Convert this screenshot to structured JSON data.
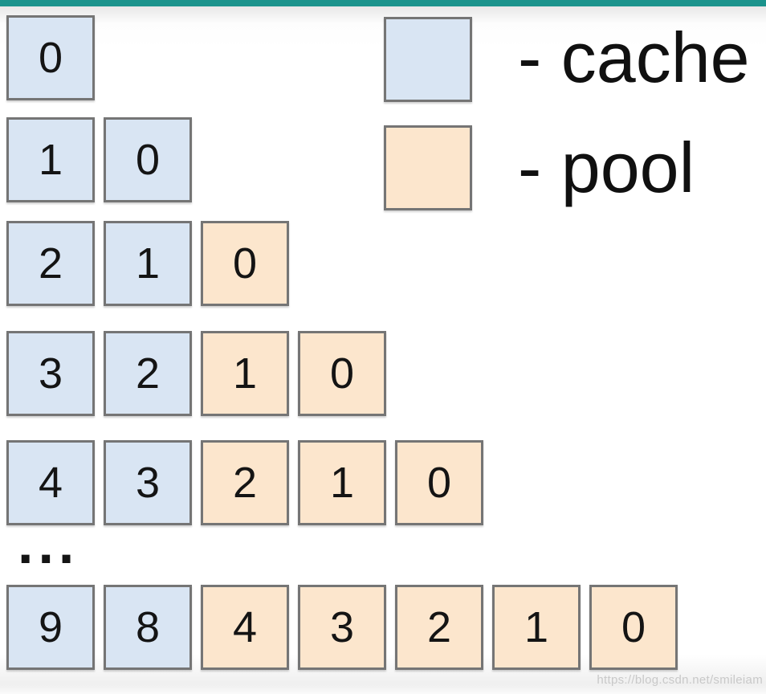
{
  "page": {
    "accent_color": "#1b938c",
    "watermark": "https://blog.csdn.net/smileiam"
  },
  "colors": {
    "cache": "#d9e5f3",
    "pool": "#fce6cd",
    "box_border": "#757575"
  },
  "legend": {
    "items": [
      {
        "type": "cache",
        "label": "- cache"
      },
      {
        "type": "pool",
        "label": "- pool"
      }
    ]
  },
  "diagram": {
    "ellipsis": "...",
    "rows": [
      {
        "cells": [
          {
            "value": "0",
            "type": "cache"
          }
        ]
      },
      {
        "cells": [
          {
            "value": "1",
            "type": "cache"
          },
          {
            "value": "0",
            "type": "cache"
          }
        ]
      },
      {
        "cells": [
          {
            "value": "2",
            "type": "cache"
          },
          {
            "value": "1",
            "type": "cache"
          },
          {
            "value": "0",
            "type": "pool"
          }
        ]
      },
      {
        "cells": [
          {
            "value": "3",
            "type": "cache"
          },
          {
            "value": "2",
            "type": "cache"
          },
          {
            "value": "1",
            "type": "pool"
          },
          {
            "value": "0",
            "type": "pool"
          }
        ]
      },
      {
        "cells": [
          {
            "value": "4",
            "type": "cache"
          },
          {
            "value": "3",
            "type": "cache"
          },
          {
            "value": "2",
            "type": "pool"
          },
          {
            "value": "1",
            "type": "pool"
          },
          {
            "value": "0",
            "type": "pool"
          }
        ]
      },
      {
        "cells": [
          {
            "value": "9",
            "type": "cache"
          },
          {
            "value": "8",
            "type": "cache"
          },
          {
            "value": "4",
            "type": "pool"
          },
          {
            "value": "3",
            "type": "pool"
          },
          {
            "value": "2",
            "type": "pool"
          },
          {
            "value": "1",
            "type": "pool"
          },
          {
            "value": "0",
            "type": "pool"
          }
        ]
      }
    ]
  }
}
